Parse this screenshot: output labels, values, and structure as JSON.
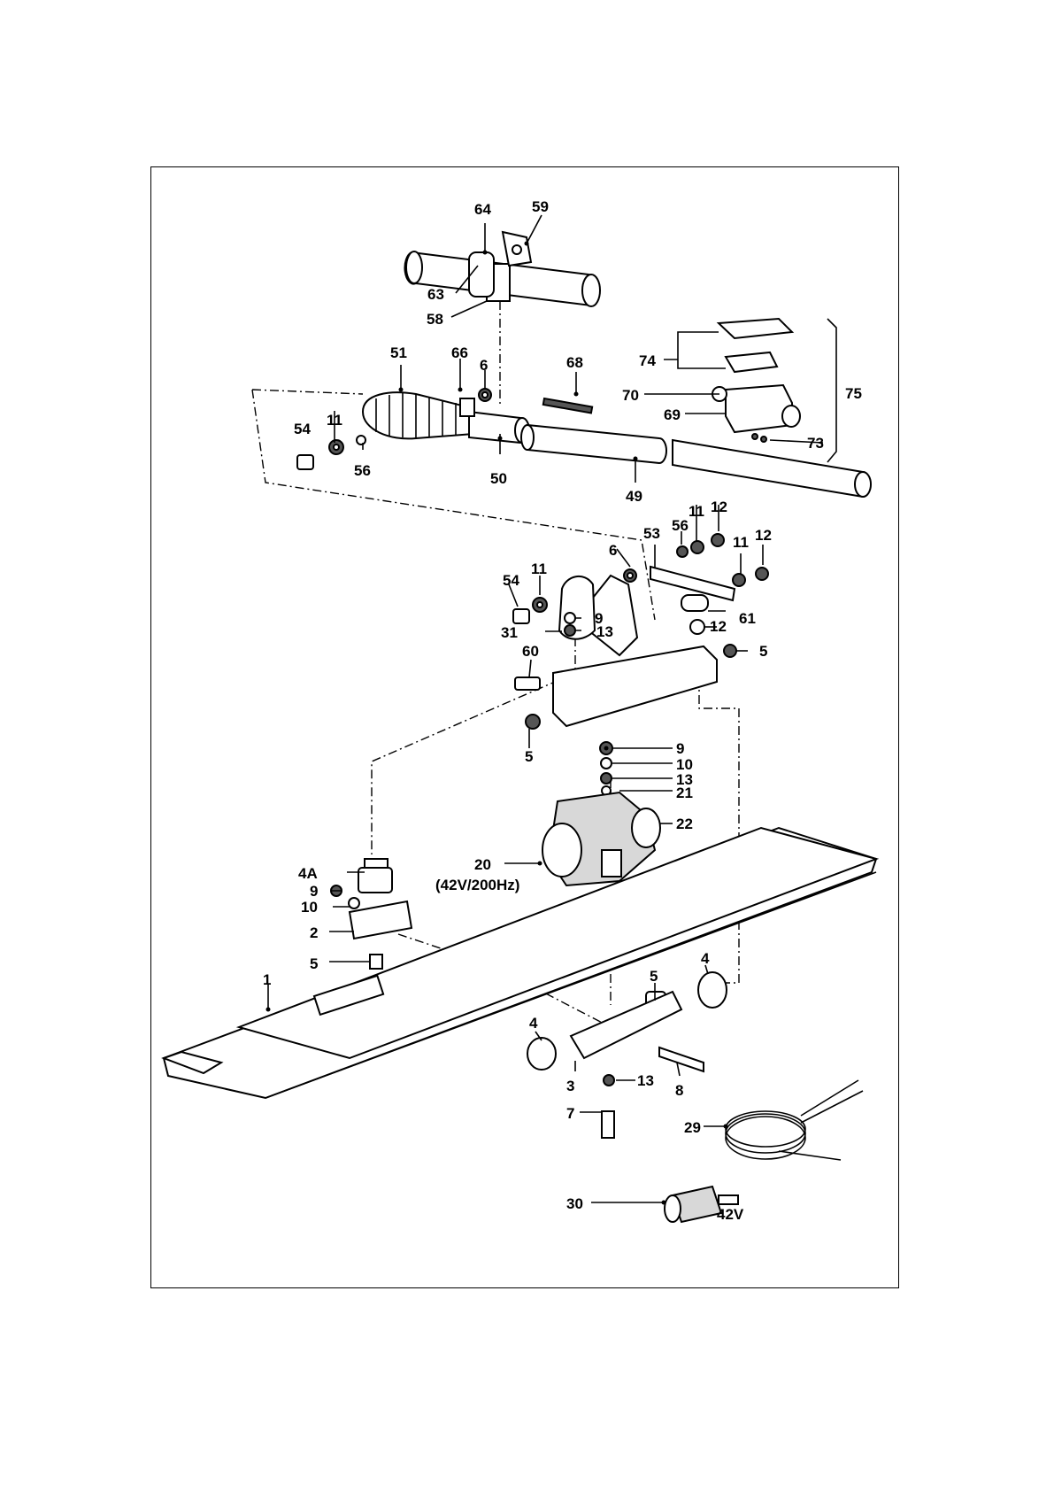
{
  "diagram": {
    "labels": {
      "p64": "64",
      "p59": "59",
      "p63": "63",
      "p58": "58",
      "p51": "51",
      "p66": "66",
      "p6a": "6",
      "p68": "68",
      "p74": "74",
      "p75": "75",
      "p70": "70",
      "p69": "69",
      "p73": "73",
      "p54a": "54",
      "p11a": "11",
      "p56a": "56",
      "p50": "50",
      "p49": "49",
      "p53": "53",
      "p56b": "56",
      "p11b": "11",
      "p12a": "12",
      "p6b": "6",
      "p11c": "11",
      "p12b": "12",
      "p54b": "54",
      "p11d": "11",
      "p61": "61",
      "p9a": "9",
      "p13a": "13",
      "p12c": "12",
      "p31": "31",
      "p60": "60",
      "p5a": "5",
      "p5b": "5",
      "p9b": "9",
      "p10a": "10",
      "p13b": "13",
      "p21": "21",
      "p22": "22",
      "p20": "20",
      "p20note": "(42V/200Hz)",
      "p4A": "4A",
      "p9c": "9",
      "p10b": "10",
      "p2": "2",
      "p5c": "5",
      "p1": "1",
      "p5d": "5",
      "p4a": "4",
      "p4b": "4",
      "p3": "3",
      "p13c": "13",
      "p8": "8",
      "p7": "7",
      "p29": "29",
      "p30": "30",
      "p30note": "42V"
    }
  }
}
